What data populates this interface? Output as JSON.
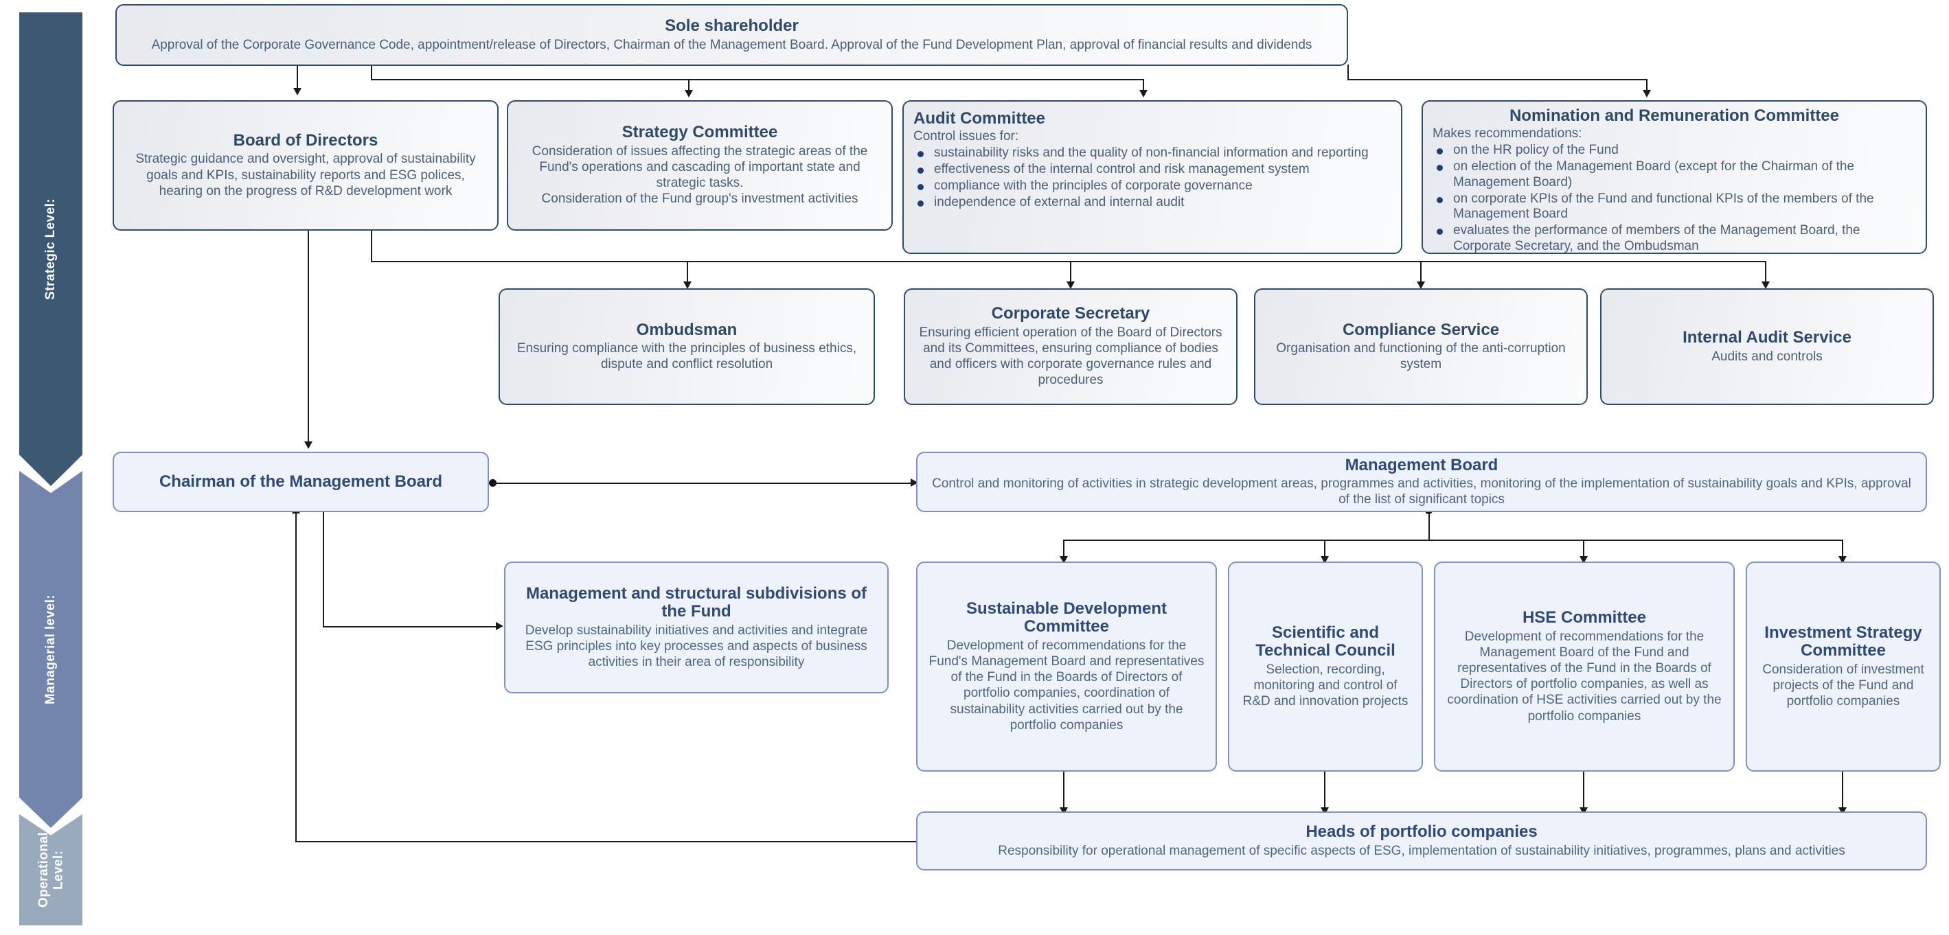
{
  "diagram": {
    "title": "Corporate governance / sustainability management structure",
    "colors": {
      "strategic_rail": "#3d5872",
      "managerial_rail": "#7384ad",
      "operational_rail": "#9aaabd",
      "strategic_border": "#2e4d6b",
      "managerial_border": "#8091c0",
      "title_text": "#2e4a6b",
      "body_text": "#4a5f78",
      "bullet": "#1d3f73",
      "connector": "#1a1a1a"
    }
  },
  "levels": [
    {
      "id": "strategic",
      "label": "Strategic Level:"
    },
    {
      "id": "managerial",
      "label": "Managerial level:"
    },
    {
      "id": "operational",
      "label": "Operational\nLevel:"
    }
  ],
  "nodes": {
    "sole_shareholder": {
      "title": "Sole shareholder",
      "body": "Approval of the Corporate Governance Code, appointment/release of Directors, Chairman of the Management Board. Approval of the Fund Development Plan, approval of financial results and dividends"
    },
    "board_of_directors": {
      "title": "Board of Directors",
      "body": "Strategic guidance and oversight, approval of sustainability goals and KPIs, sustainability reports and ESG polices, hearing on the progress of R&D development work"
    },
    "strategy_committee": {
      "title": "Strategy Committee",
      "body": "Consideration of issues affecting the strategic areas of the Fund's operations and cascading of important state and strategic tasks.\nConsideration of the Fund group's investment activities"
    },
    "audit_committee": {
      "title": "Audit Committee",
      "lead": "Control issues for:",
      "bullets": [
        "sustainability risks and the quality of non-financial information and reporting",
        "effectiveness of the internal control and risk management system",
        "compliance with the principles of corporate governance",
        "independence of external and internal audit"
      ]
    },
    "nomination_committee": {
      "title": "Nomination and Remuneration Committee",
      "lead": "Makes recommendations:",
      "bullets": [
        "on the HR policy of the Fund",
        "on election of the Management Board (except for the Chairman of the Management Board)",
        "on corporate KPIs of the Fund and functional KPIs of the members of the Management Board",
        "evaluates the performance of members of the Management Board, the Corporate Secretary, and the Ombudsman"
      ]
    },
    "ombudsman": {
      "title": "Ombudsman",
      "body": "Ensuring compliance with the principles of business ethics, dispute and conflict resolution"
    },
    "corporate_secretary": {
      "title": "Corporate Secretary",
      "body": "Ensuring efficient operation of the Board of Directors and its Committees, ensuring compliance of bodies and officers with corporate governance rules and procedures"
    },
    "compliance_service": {
      "title": "Compliance Service",
      "body": "Organisation and functioning of the anti-corruption system"
    },
    "internal_audit_service": {
      "title": "Internal Audit Service",
      "body": "Audits and controls"
    },
    "chairman_management_board": {
      "title": "Chairman of the Management Board",
      "body": ""
    },
    "management_board": {
      "title": "Management Board",
      "body": "Control and monitoring of activities in strategic development areas, programmes and activities, monitoring of the implementation of sustainability goals and KPIs, approval of the list of significant topics"
    },
    "management_subdivisions": {
      "title": "Management and structural subdivisions of the Fund",
      "body": "Develop sustainability initiatives and activities and integrate ESG principles into key processes and aspects of business activities in their area of responsibility"
    },
    "sustainable_development_committee": {
      "title": "Sustainable Development Committee",
      "body": "Development of recommendations for the Fund's Management Board and representatives of the Fund in the Boards of Directors of portfolio companies, coordination of sustainability activities carried out by the portfolio companies"
    },
    "scientific_technical_council": {
      "title": "Scientific and Technical Council",
      "body": "Selection, recording, monitoring and control of R&D and innovation projects"
    },
    "hse_committee": {
      "title": "HSE Committee",
      "body": "Development of recommendations for the Management Board of the Fund and representatives of the Fund in the Boards of Directors of portfolio companies, as well as coordination of HSE activities carried out by the portfolio companies"
    },
    "investment_strategy_committee": {
      "title": "Investment Strategy Committee",
      "body": "Consideration of investment projects of the Fund and portfolio companies"
    },
    "heads_portfolio_companies": {
      "title": "Heads of portfolio companies",
      "body": "Responsibility for operational management of specific aspects of ESG, implementation of sustainability initiatives, programmes, plans and activities"
    }
  }
}
